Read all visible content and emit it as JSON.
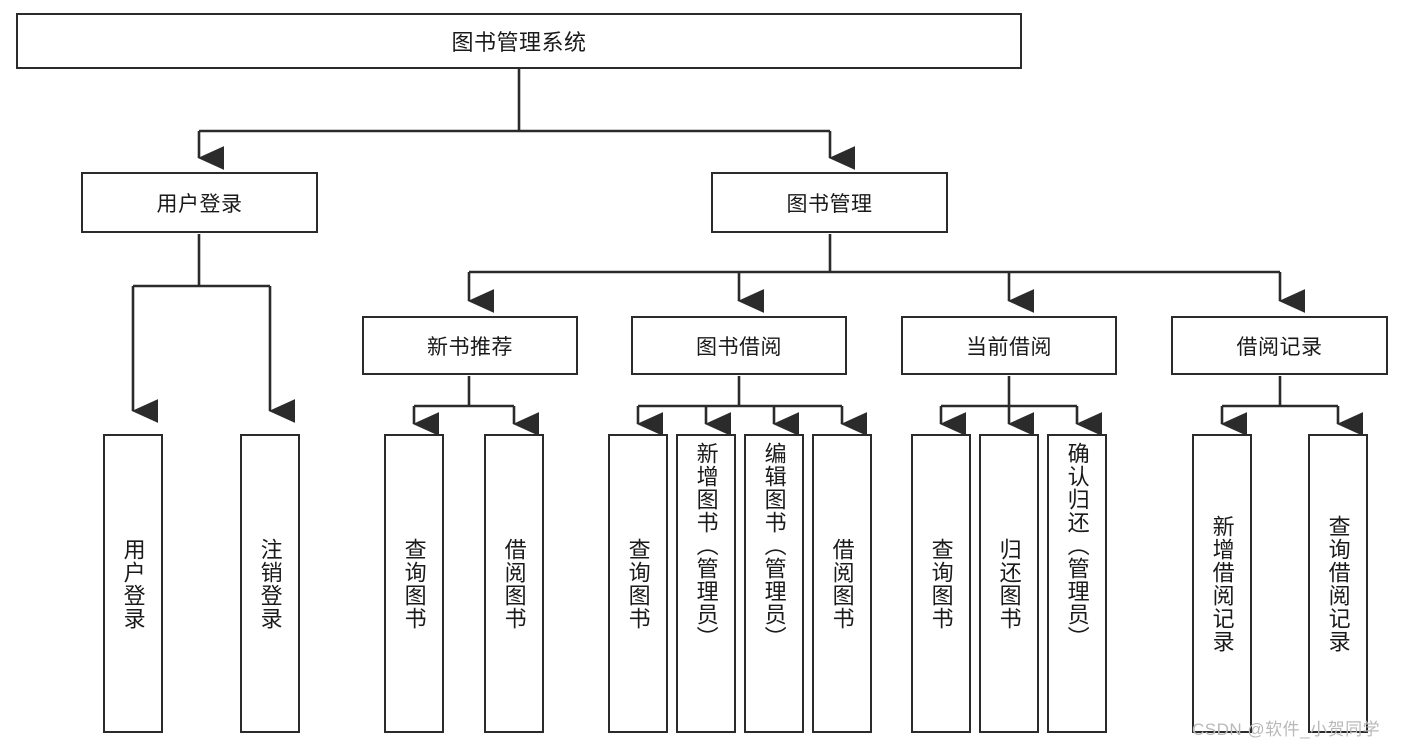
{
  "diagram": {
    "type": "tree",
    "title": "图书管理系统",
    "watermark": "CSDN @软件_小贺同学",
    "levels": {
      "root": {
        "label": "图书管理系统"
      },
      "level2": [
        {
          "id": "user-login",
          "label": "用户登录"
        },
        {
          "id": "book-management",
          "label": "图书管理"
        }
      ],
      "level3": [
        {
          "id": "new-book-recommend",
          "label": "新书推荐",
          "parent": "book-management"
        },
        {
          "id": "book-borrow",
          "label": "图书借阅",
          "parent": "book-management"
        },
        {
          "id": "current-borrow",
          "label": "当前借阅",
          "parent": "book-management"
        },
        {
          "id": "borrow-record",
          "label": "借阅记录",
          "parent": "book-management"
        }
      ],
      "leaves": [
        {
          "id": "leaf-user-login",
          "label": "用户登录",
          "parent": "user-login"
        },
        {
          "id": "leaf-logout-login",
          "label": "注销登录",
          "parent": "user-login"
        },
        {
          "id": "leaf-query-book-1",
          "label": "查询图书",
          "parent": "new-book-recommend"
        },
        {
          "id": "leaf-borrow-book-1",
          "label": "借阅图书",
          "parent": "new-book-recommend"
        },
        {
          "id": "leaf-query-book-2",
          "label": "查询图书",
          "parent": "book-borrow"
        },
        {
          "id": "leaf-add-book",
          "label": "新增图书（管理员）",
          "parent": "book-borrow"
        },
        {
          "id": "leaf-edit-book",
          "label": "编辑图书（管理员）",
          "parent": "book-borrow"
        },
        {
          "id": "leaf-borrow-book-2",
          "label": "借阅图书",
          "parent": "book-borrow"
        },
        {
          "id": "leaf-query-book-3",
          "label": "查询图书",
          "parent": "current-borrow"
        },
        {
          "id": "leaf-return-book",
          "label": "归还图书",
          "parent": "current-borrow"
        },
        {
          "id": "leaf-confirm-return",
          "label": "确认归还（管理员）",
          "parent": "current-borrow"
        },
        {
          "id": "leaf-add-record",
          "label": "新增借阅记录",
          "parent": "borrow-record"
        },
        {
          "id": "leaf-query-record",
          "label": "查询借阅记录",
          "parent": "borrow-record"
        }
      ]
    },
    "colors": {
      "stroke": "#2b2b2b",
      "fill": "#ffffff",
      "text": "#1a1a1a",
      "watermark": "#b9b9b9"
    }
  }
}
